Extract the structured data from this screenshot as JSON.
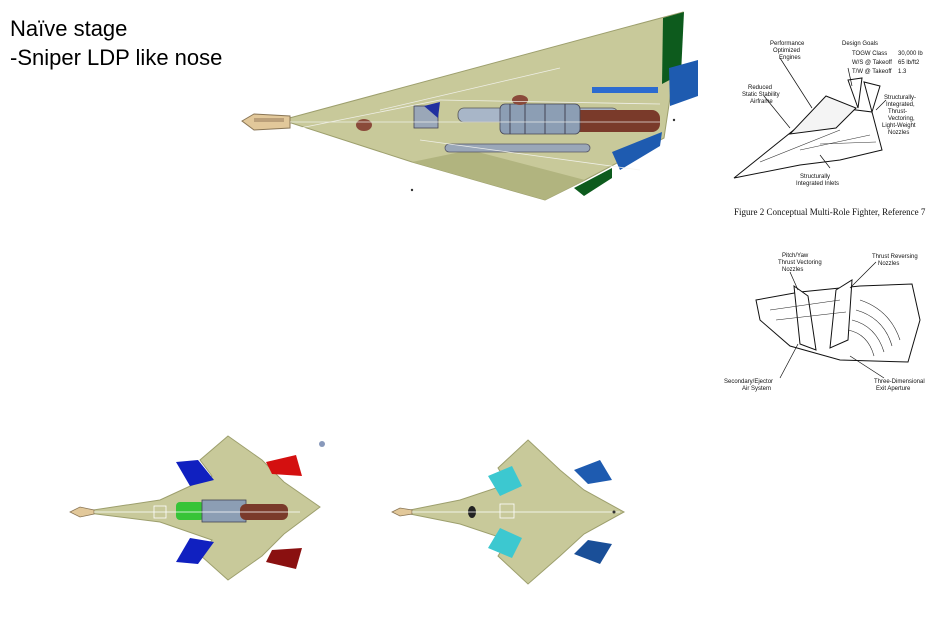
{
  "title": {
    "line1": "Naïve stage",
    "line2": "-Sniper LDP like nose"
  },
  "figure_top": {
    "labels": {
      "performance": [
        "Performance",
        "Optimized",
        "Engines"
      ],
      "design_goals": "Design Goals",
      "goals": [
        {
          "name": "TOGW Class",
          "value": "30,000 lb"
        },
        {
          "name": "W/S @ Takeoff",
          "value": "65 lb/ft2"
        },
        {
          "name": "T/W @ Takeoff",
          "value": "1.3"
        }
      ],
      "reduced": [
        "Reduced",
        "Static Stability",
        "Airframe"
      ],
      "structural": [
        "Structurally-",
        "Integrated,",
        "Thrust-",
        "Vectoring,",
        "Light-Weight",
        "Nozzles"
      ],
      "inlets": [
        "Structurally",
        "Integrated Inlets"
      ]
    },
    "caption": "Figure 2 Conceptual Multi-Role Fighter, Reference 7"
  },
  "figure_bottom": {
    "labels": {
      "pitch": [
        "Pitch/Yaw",
        "Thrust Vectoring",
        "Nozzles"
      ],
      "reversing": [
        "Thrust Reversing",
        "Nozzles"
      ],
      "ejector": [
        "Secondary/Ejector",
        "Air System"
      ],
      "aperture": [
        "Three-Dimensional",
        "Exit Aperture"
      ]
    }
  },
  "colors": {
    "airframe": "#c8c99a",
    "airframe_dark": "#b1b47f",
    "canard_green": "#0d5b1d",
    "fin_blue": "#1e5bb0",
    "fin_red": "#c01414",
    "fin_cyan": "#3cc8d0",
    "engine_brown": "#7a3a2a",
    "exhaust_green": "#37c437"
  }
}
